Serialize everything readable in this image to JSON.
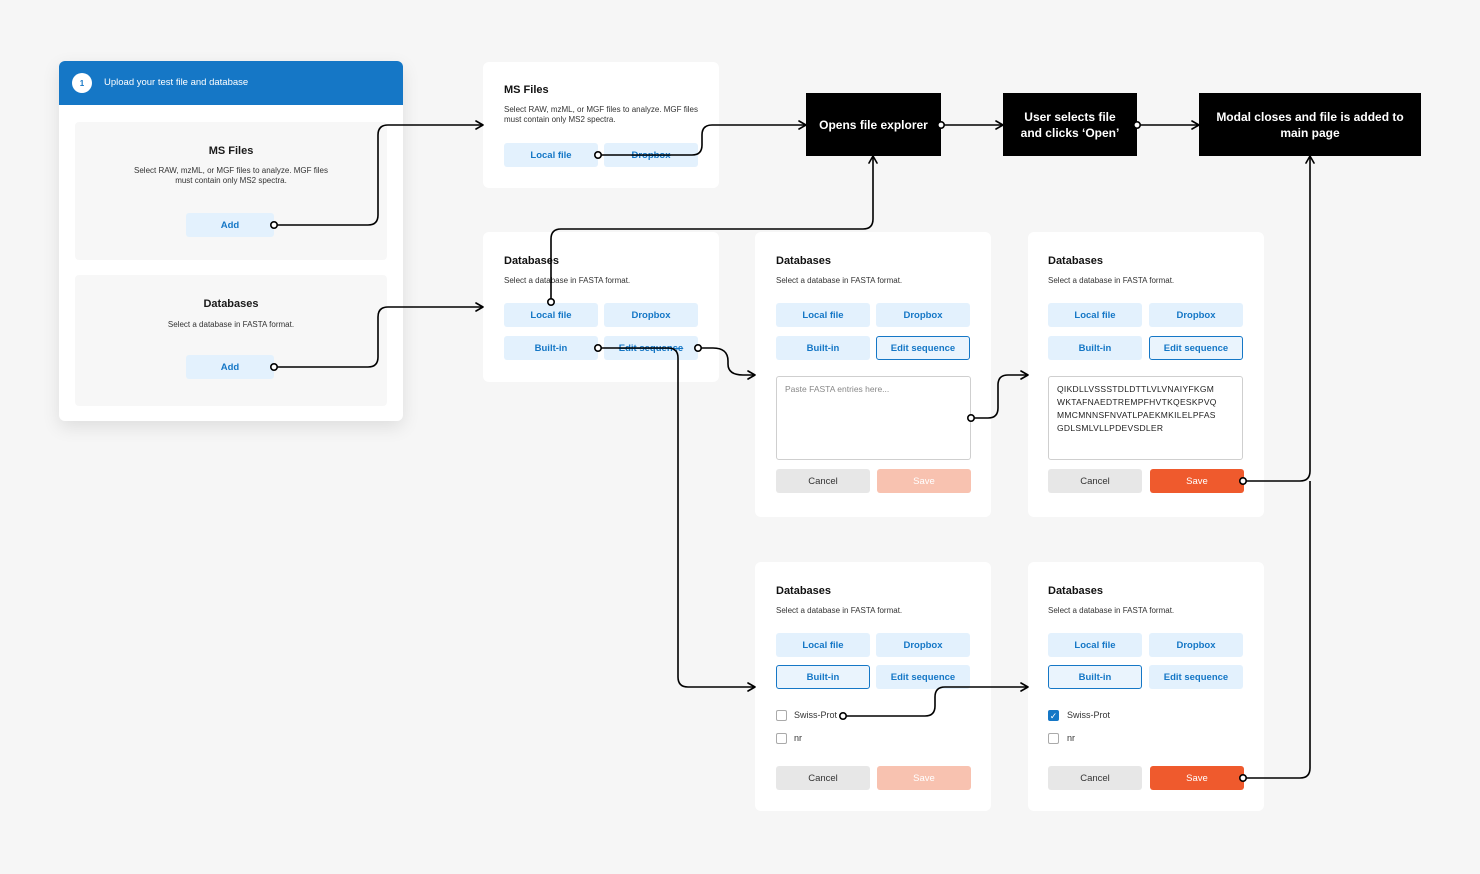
{
  "step": {
    "number": "1",
    "title": "Upload your test file and database",
    "ms_title": "MS Files",
    "ms_desc": "Select RAW, mzML, or MGF files to analyze. MGF files must contain only MS2 spectra.",
    "ms_add": "Add",
    "db_title": "Databases",
    "db_desc": "Select a database in FASTA format.",
    "db_add": "Add"
  },
  "ms_card": {
    "title": "MS Files",
    "desc": "Select RAW, mzML, or MGF files to analyze. MGF files must contain only MS2 spectra.",
    "local": "Local file",
    "dropbox": "Dropbox"
  },
  "db": {
    "title": "Databases",
    "desc": "Select a database in FASTA format.",
    "local": "Local file",
    "dropbox": "Dropbox",
    "builtin": "Built-in",
    "edit": "Edit sequence",
    "cancel": "Cancel",
    "save": "Save",
    "placeholder": "Paste FASTA entries here...",
    "sequence": "QIKDLLVSSSTDLDTTLVLVNAIYFKGM\nWKTAFNAEDTREMPFHVTKQESKPVQ\nMMCMNNSFNVATLPAEKMKILELPFAS\nGDLSMLVLLPDEVSDLER",
    "opt1": "Swiss-Prot",
    "opt2": "nr"
  },
  "flow": {
    "explorer": "Opens file explorer",
    "select": "User selects file and clicks ‘Open’",
    "closes": "Modal closes and file is added to main page"
  },
  "colors": {
    "accent": "#1577c6",
    "orange": "#ef5a2d",
    "background": "#f6f6f6"
  }
}
